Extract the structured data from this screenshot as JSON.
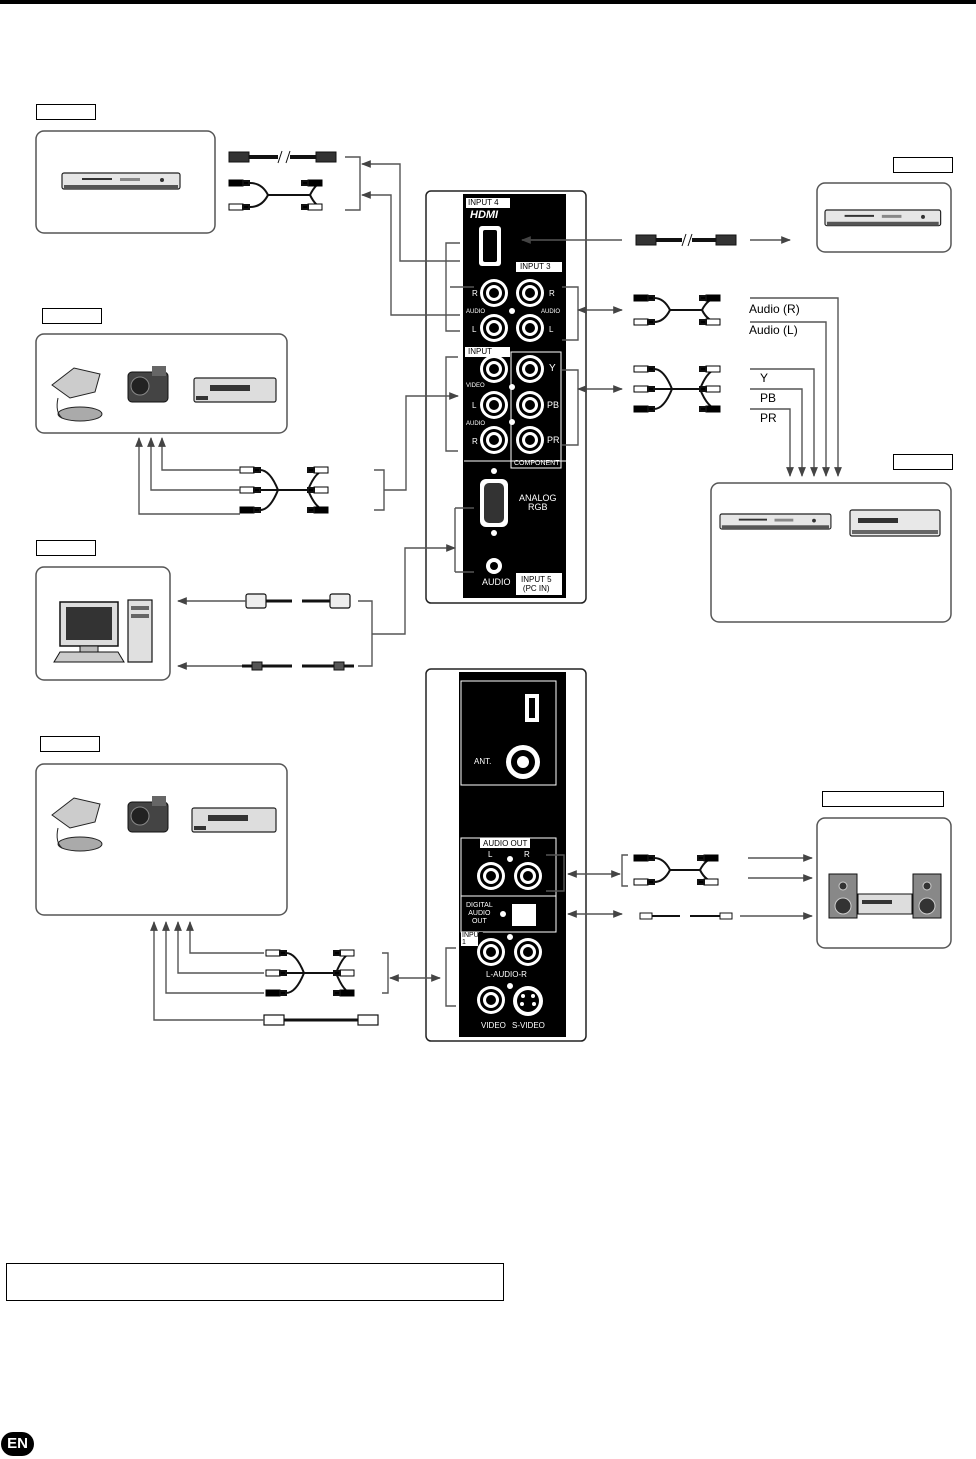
{
  "panel_top": {
    "input4": "INPUT 4",
    "hdmi": "HDMI",
    "input3": "INPUT 3",
    "r": "R",
    "audio": "AUDIO",
    "l": "L",
    "input2": "INPUT\n2",
    "video": "VIDEO",
    "y": "Y",
    "pb": "PB",
    "pr": "PR",
    "component": "COMPONENT",
    "analog_rgb": "ANALOG\nRGB",
    "input5": "INPUT 5\n(PC IN)"
  },
  "panel_bottom": {
    "ant": "ANT.",
    "audio_out": "AUDIO OUT",
    "l": "L",
    "r": "R",
    "digital_audio_out": "DIGITAL\nAUDIO\nOUT",
    "input1": "INPUT\n1",
    "l_audio_r": "L-AUDIO-R",
    "video": "VIDEO",
    "s_video": "S-VIDEO"
  },
  "right_labels": {
    "audio_r": "Audio (R)",
    "audio_l": "Audio (L)",
    "y": "Y",
    "pb": "PB",
    "pr": "PR"
  },
  "badge": "EN"
}
